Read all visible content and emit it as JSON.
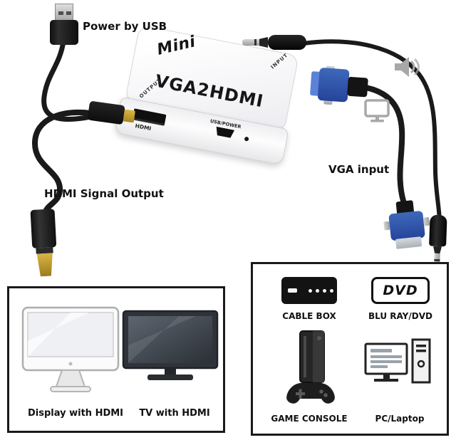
{
  "annotations": {
    "power_by_usb": "Power by USB",
    "hdmi_signal_output": "HDMI Signal Output",
    "vga_input": "VGA input"
  },
  "device": {
    "brand": "Mini",
    "model": "VGA2HDMI",
    "port_labels": {
      "hdmi": "HDMI",
      "usb_power": "USB/POWER",
      "output": "OUTPUT",
      "input": "INPUT"
    }
  },
  "hdmi_panel": {
    "items": [
      {
        "label": "Display with HDMI"
      },
      {
        "label": "TV with HDMI"
      }
    ]
  },
  "source_panel": {
    "items": [
      {
        "label": "CABLE BOX"
      },
      {
        "label": "BLU RAY/DVD",
        "logo": "DVD"
      },
      {
        "label": "GAME CONSOLE"
      },
      {
        "label": "PC/Laptop"
      }
    ]
  },
  "colors": {
    "cable": "#1a1a1a",
    "vga_blue": "#2b55a8",
    "hdmi_gold": "#c9a227",
    "panel_border": "#1a1a1a",
    "icon_grey": "#a8a8a8",
    "device_body": "#ffffff"
  }
}
